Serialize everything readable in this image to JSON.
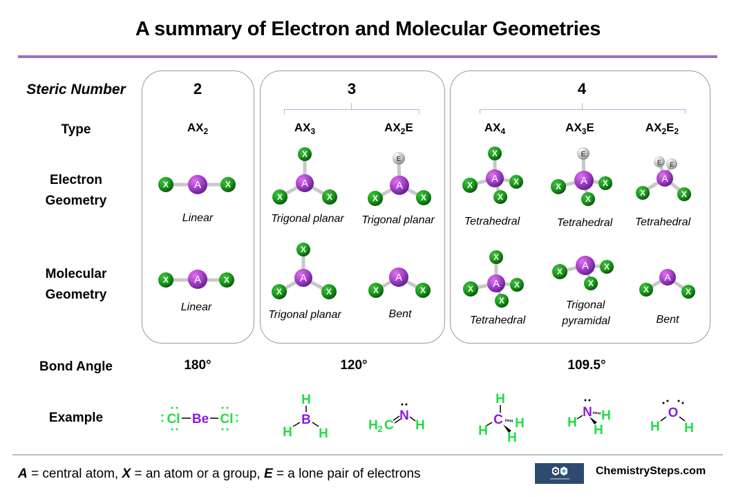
{
  "title": "A summary of Electron and Molecular Geometries",
  "row_labels": {
    "steric_number": "Steric Number",
    "type": "Type",
    "electron_geometry_1": "Electron",
    "electron_geometry_2": "Geometry",
    "molecular_geometry_1": "Molecular",
    "molecular_geometry_2": "Geometry",
    "bond_angle": "Bond Angle",
    "example": "Example"
  },
  "groups": [
    {
      "steric_number": "2",
      "bond_angle": "180°"
    },
    {
      "steric_number": "3",
      "bond_angle": "120°"
    },
    {
      "steric_number": "4",
      "bond_angle": "109.5°"
    }
  ],
  "columns": [
    {
      "type_base": "AX",
      "type_sub1": "2",
      "type_mid": "",
      "type_sub2": "",
      "electron_geometry": "Linear",
      "molecular_geometry": "Linear",
      "example": "BeCl2"
    },
    {
      "type_base": "AX",
      "type_sub1": "3",
      "type_mid": "",
      "type_sub2": "",
      "electron_geometry": "Trigonal planar",
      "molecular_geometry": "Trigonal planar",
      "example": "BH3"
    },
    {
      "type_base": "AX",
      "type_sub1": "2",
      "type_mid": "E",
      "type_sub2": "",
      "electron_geometry": "Trigonal planar",
      "molecular_geometry": "Bent",
      "example": "H2C=NH"
    },
    {
      "type_base": "AX",
      "type_sub1": "4",
      "type_mid": "",
      "type_sub2": "",
      "electron_geometry": "Tetrahedral",
      "molecular_geometry": "Tetrahedral",
      "example": "CH4"
    },
    {
      "type_base": "AX",
      "type_sub1": "3",
      "type_mid": "E",
      "type_sub2": "",
      "electron_geometry": "Tetrahedral",
      "molecular_geometry_1": "Trigonal",
      "molecular_geometry_2": "pyramidal",
      "example": "NH3"
    },
    {
      "type_base": "AX",
      "type_sub1": "2",
      "type_mid": "E",
      "type_sub2": "2",
      "electron_geometry": "Tetrahedral",
      "molecular_geometry": "Bent",
      "example": "H2O"
    }
  ],
  "atoms": {
    "A": "A",
    "X": "X",
    "E": "E"
  },
  "example_labels": {
    "cl": "Cl",
    "be": "Be",
    "h": "H",
    "b": "B",
    "c": "C",
    "n": "N",
    "o": "O",
    "h2": "H",
    "two": "2"
  },
  "legend": {
    "a_key": "A",
    "a_text": " = central atom, ",
    "x_key": "X",
    "x_text": " = an atom or a group, ",
    "e_key": "E",
    "e_text": " = a lone pair of electrons"
  },
  "brand": "ChemistrySteps.com",
  "colors": {
    "accent_line": "#9b6fc3",
    "central_atom": "#a040c8",
    "x_atom": "#1a9a1a",
    "e_atom": "#c8c8c8",
    "example_green": "#22dd44",
    "example_purple": "#8a1ae6",
    "logo_bg": "#2f4a6f"
  }
}
